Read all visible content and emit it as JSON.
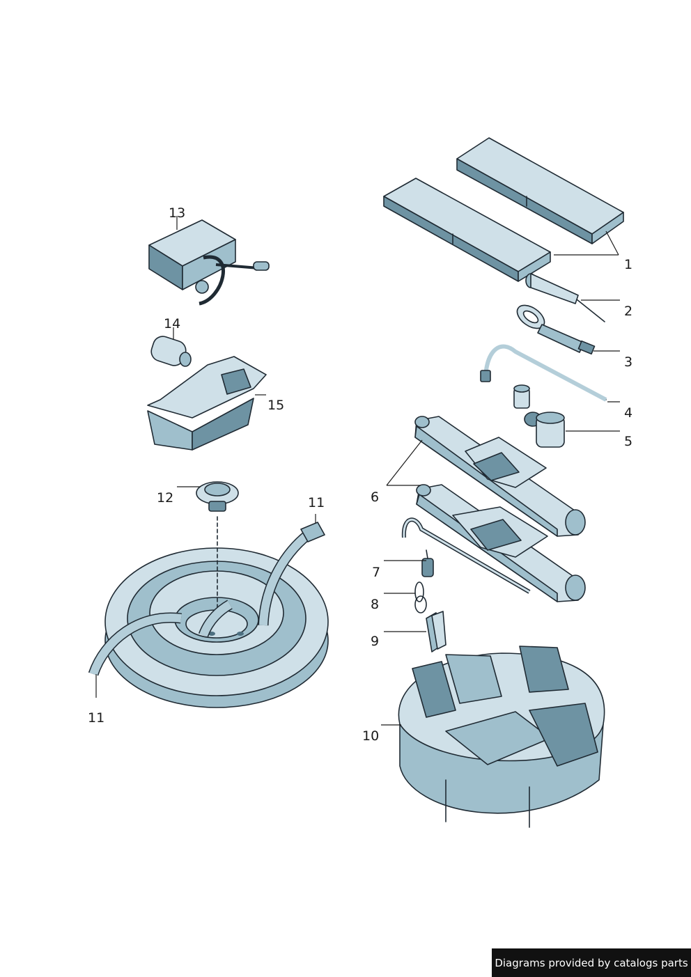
{
  "callouts": [
    {
      "id": "c1",
      "label": "1"
    },
    {
      "id": "c2",
      "label": "2"
    },
    {
      "id": "c3",
      "label": "3"
    },
    {
      "id": "c4",
      "label": "4"
    },
    {
      "id": "c5",
      "label": "5"
    },
    {
      "id": "c6",
      "label": "6"
    },
    {
      "id": "c7",
      "label": "7"
    },
    {
      "id": "c8",
      "label": "8"
    },
    {
      "id": "c9",
      "label": "9"
    },
    {
      "id": "c10",
      "label": "10"
    },
    {
      "id": "c11a",
      "label": "11"
    },
    {
      "id": "c11b",
      "label": "11"
    },
    {
      "id": "c12",
      "label": "12"
    },
    {
      "id": "c13",
      "label": "13"
    },
    {
      "id": "c14",
      "label": "14"
    },
    {
      "id": "c15",
      "label": "15"
    }
  ],
  "footer": {
    "text": "Diagrams provided by catalogs parts"
  },
  "colors": {
    "light": "#cfe0e8",
    "mid": "#9fbfcc",
    "dark": "#6e93a3",
    "outline": "#1f2a33"
  }
}
